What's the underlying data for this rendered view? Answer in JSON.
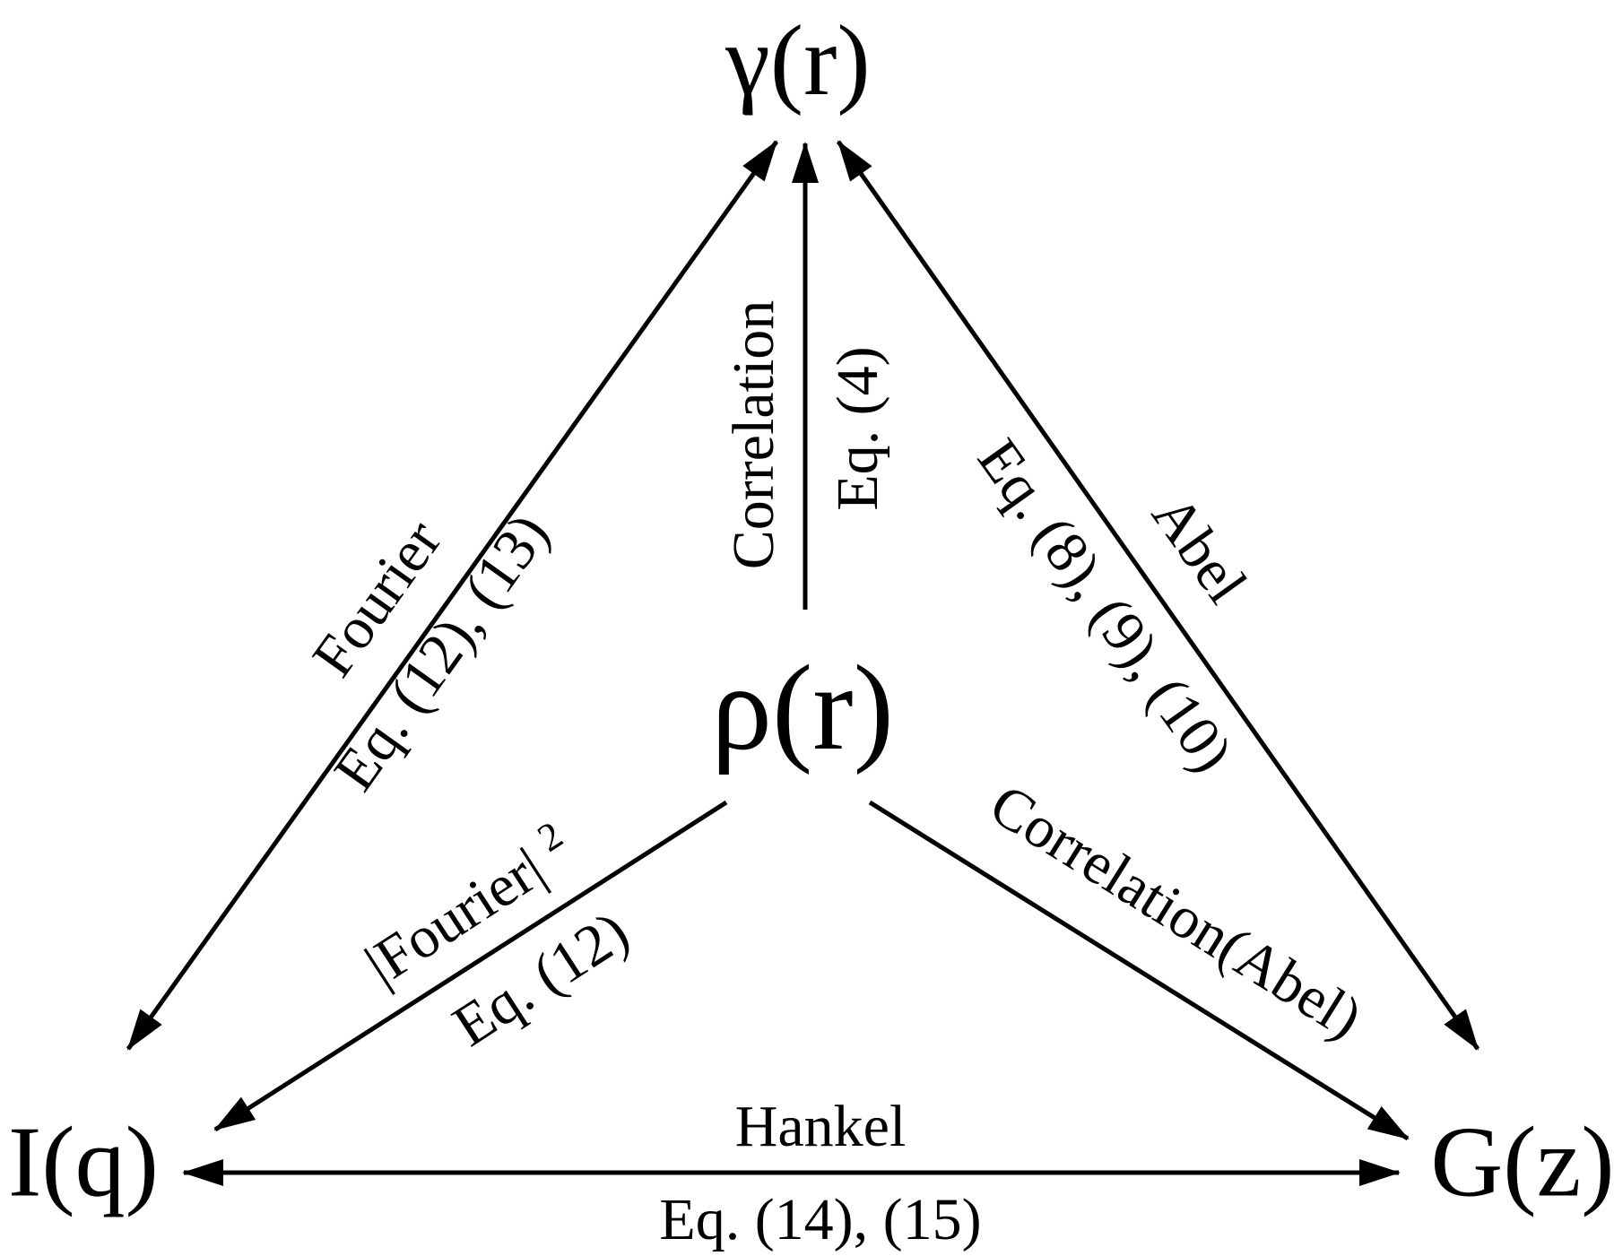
{
  "nodes": {
    "gamma": "γ(r)",
    "rho": "ρ(r)",
    "iq": "I(q)",
    "gz": "G(z)"
  },
  "edges": {
    "fourier": {
      "name": "Fourier",
      "eq": "Eq. (12), (13)"
    },
    "correlation_gamma": {
      "name": "Correlation",
      "eq": "Eq. (4)"
    },
    "abel": {
      "name": "Abel",
      "eq": "Eq. (8), (9), (10)"
    },
    "fourier_sq": {
      "name": "|Fourier|",
      "exponent": "2",
      "eq": "Eq. (12)"
    },
    "correlation_abel": {
      "name": "Correlation(Abel)"
    },
    "hankel": {
      "name": "Hankel",
      "eq": "Eq. (14), (15)"
    }
  },
  "colors": {
    "ink": "#000000",
    "background": "#ffffff"
  }
}
